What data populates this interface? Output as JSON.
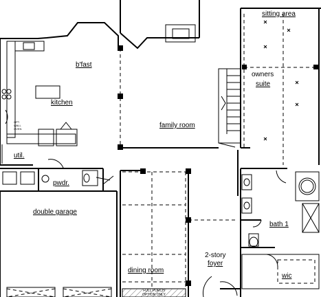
{
  "rooms": {
    "sitting_area": "sitting area",
    "owners_suite_line1": "owners",
    "owners_suite_line2": "suite",
    "bfast": "b'fast",
    "kitchen": "kitchen",
    "family_room": "family room",
    "util": "util.",
    "pwdr": "pwdr.",
    "double_garage": "double garage",
    "bath": "bath 1",
    "two_story_foyer_line1": "2-story",
    "two_story_foyer_line2": "foyer",
    "dining_room": "dining room",
    "wic": "wic"
  },
  "notes": {
    "full_porch_line1": "FULL PORCH",
    "full_porch_line2": "OPTION ONLY",
    "oven_line1": "OPT.",
    "oven_line2": "WALL",
    "oven_line3": "OVEN"
  }
}
